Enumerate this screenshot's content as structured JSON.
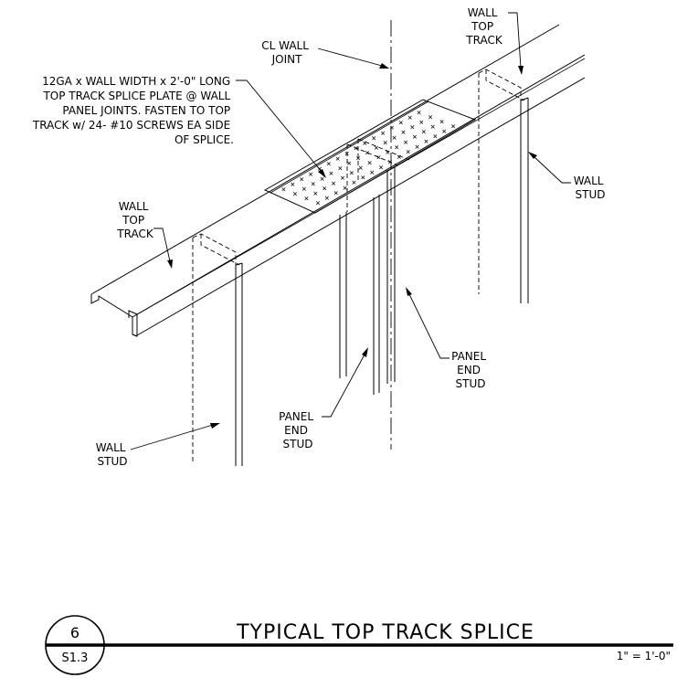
{
  "labels": {
    "cl_wall_joint": [
      "CL WALL",
      "JOINT"
    ],
    "splice_note": [
      "12GA x WALL WIDTH x 2'-0\" LONG",
      "TOP TRACK SPLICE PLATE @ WALL",
      "PANEL JOINTS. FASTEN TO TOP",
      "TRACK w/ 24- #10 SCREWS EA SIDE",
      "OF SPLICE."
    ],
    "wall_top_track_right": [
      "WALL",
      "TOP",
      "TRACK"
    ],
    "wall_top_track_left": [
      "WALL",
      "TOP",
      "TRACK"
    ],
    "wall_stud_right": [
      "WALL",
      "STUD"
    ],
    "wall_stud_left": [
      "WALL",
      "STUD"
    ],
    "panel_end_stud_right": [
      "PANEL",
      "END",
      "STUD"
    ],
    "panel_end_stud_left": [
      "PANEL",
      "END",
      "STUD"
    ]
  },
  "title_block": {
    "detail_number": "6",
    "sheet": "S1.3",
    "title": "TYPICAL TOP TRACK SPLICE",
    "scale": "1\" = 1'-0\""
  }
}
